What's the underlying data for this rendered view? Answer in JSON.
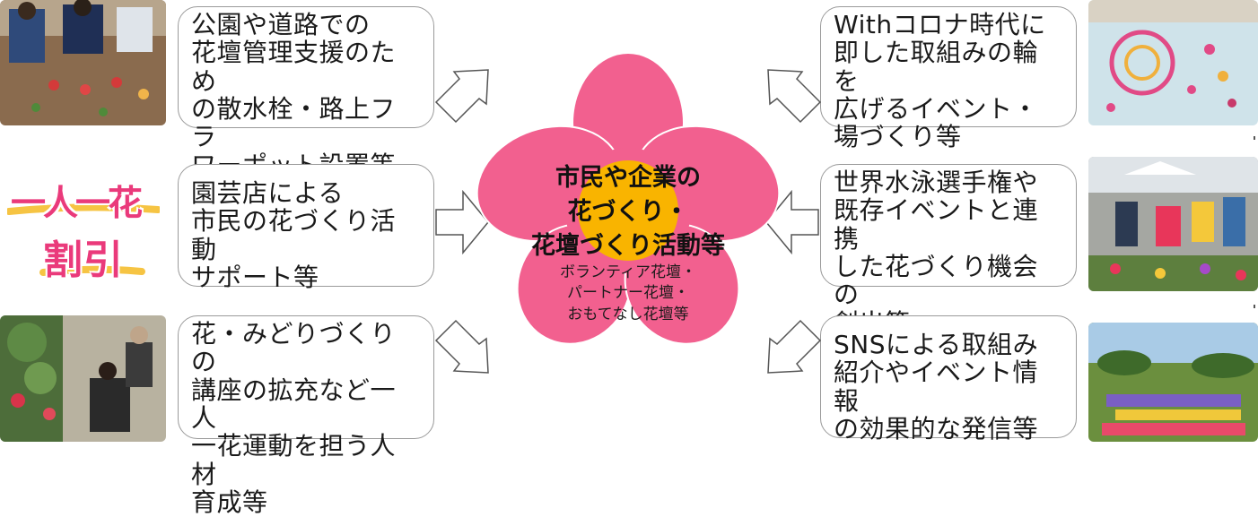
{
  "colors": {
    "petal": "#f2608f",
    "flower_center": "#f9b400",
    "badge_text": "#ea3a7b",
    "badge_underline": "#f6c443",
    "box_border": "#9a9a9a"
  },
  "center": {
    "main_lines": [
      "市民や企業の",
      "花づくり・",
      "花壇づくり活動等"
    ],
    "sub_lines": [
      "ボランティア花壇・",
      "パートナー花壇・",
      "おもてなし花壇等"
    ]
  },
  "badge": {
    "line1": "一人一花",
    "line2": "割引"
  },
  "left_boxes": [
    {
      "text": "公園や道路での\n花壇管理支援のため\nの散水栓・路上フラ\nワーポット設置等"
    },
    {
      "text": "園芸店による\n市民の花づくり活動\nサポート等"
    },
    {
      "text": "花・みどりづくりの\n講座の拡充など一人\n一花運動を担う人材\n育成等"
    }
  ],
  "right_boxes": [
    {
      "text": "Withコロナ時代に\n即した取組みの輪を\n広げるイベント・\n場づくり等"
    },
    {
      "text": "世界水泳選手権や\n既存イベントと連携\nした花づくり機会の\n創出等"
    },
    {
      "text": "SNSによる取組み\n紹介やイベント情報\nの効果的な発信等"
    }
  ],
  "photos": [
    {
      "name": "gardening-volunteers-photo"
    },
    {
      "name": "gardening-workshop-photo"
    },
    {
      "name": "flower-pool-event-photo"
    },
    {
      "name": "flower-planting-event-photo"
    },
    {
      "name": "flower-park-photo"
    }
  ]
}
